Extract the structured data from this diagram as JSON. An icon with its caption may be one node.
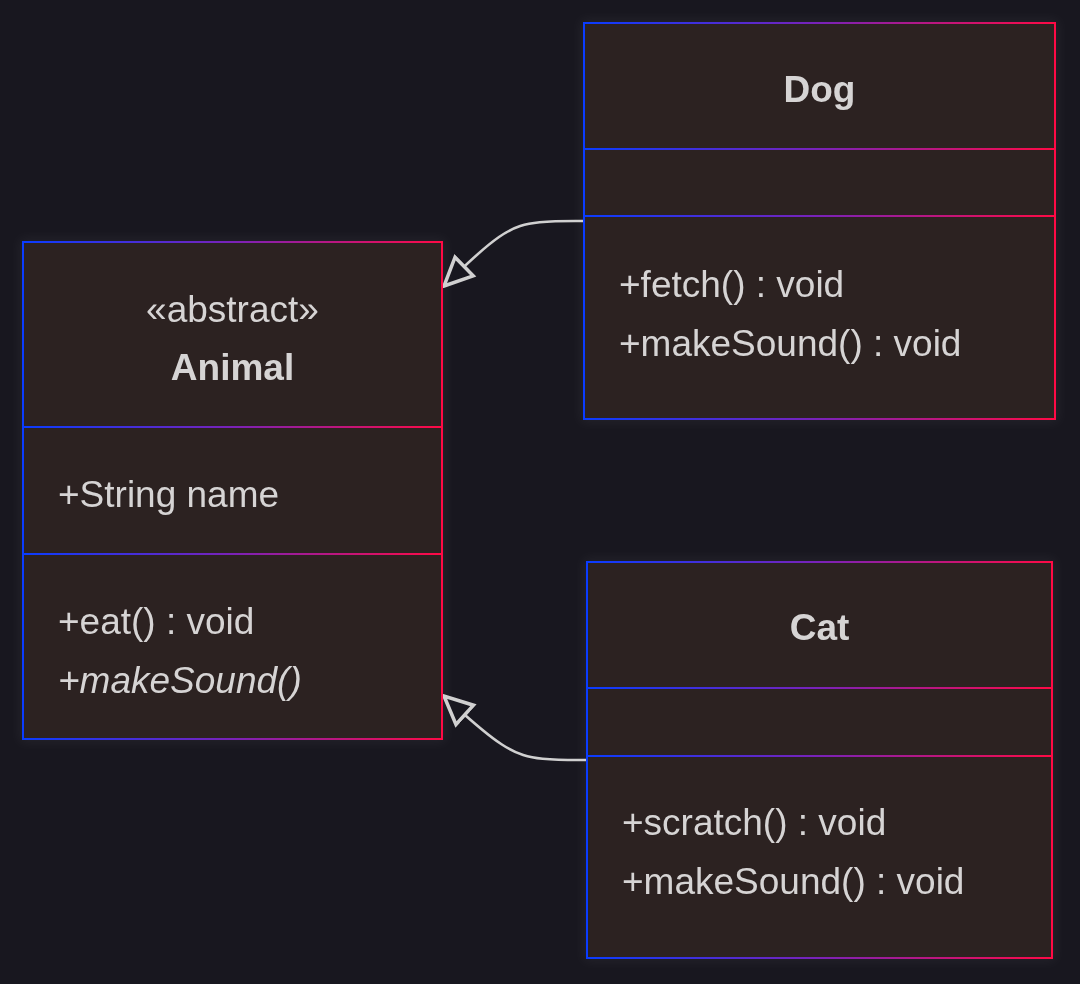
{
  "diagram": {
    "nodes": [
      {
        "text": [
          "«abstract»",
          "Animal",
          "+String name",
          "+eat() : void",
          "+makeSound()"
        ]
      },
      {
        "text": [
          "Dog",
          "+fetch() : void",
          "+makeSound() : void"
        ]
      },
      {
        "text": [
          "Cat",
          "+scratch() : void",
          "+makeSound() : void"
        ]
      }
    ],
    "edges": [
      {
        "from": 1,
        "to": 0,
        "arrow": "to"
      },
      {
        "from": 2,
        "to": 0,
        "arrow": "to"
      }
    ]
  }
}
